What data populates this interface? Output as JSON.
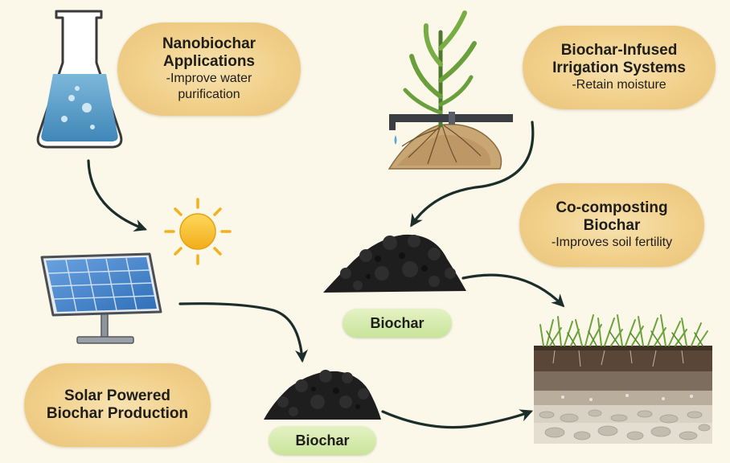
{
  "labels": {
    "nanobiochar": {
      "title_line1": "Nanobiochar",
      "title_line2": "Applications",
      "sub_line1": "-Improve water",
      "sub_line2": "purification"
    },
    "irrigation": {
      "title_line1": "Biochar-Infused",
      "title_line2": "Irrigation Systems",
      "sub_line1": "-Retain moisture"
    },
    "cocomposting": {
      "title_line1": "Co-composting",
      "title_line2": "Biochar",
      "sub_line1": "-Improves soil fertility"
    },
    "solar": {
      "title_line1": "Solar Powered",
      "title_line2": "Biochar Production"
    },
    "biochar_upper": "Biochar",
    "biochar_lower": "Biochar"
  },
  "icons": [
    "flask-icon",
    "sun-icon",
    "solar-panel-icon",
    "plant-irrigation-icon",
    "biochar-pile-icon",
    "soil-layers-icon"
  ],
  "colors": {
    "background": "#fbf7e9",
    "pill": "#f1d08a",
    "tag": "#cfe8a4",
    "arrow": "#1b2e2a",
    "sun": "#f6c131",
    "water": "#5b9ec6",
    "panel": "#4f87c9"
  }
}
